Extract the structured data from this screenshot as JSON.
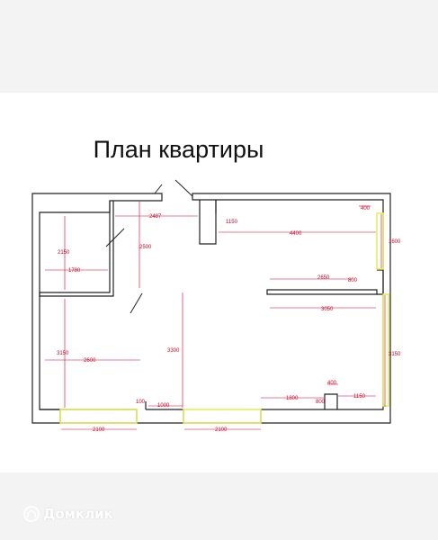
{
  "title": "План квартиры",
  "watermark": "Домклик",
  "colors": {
    "wall": "#222222",
    "dimension": "#d4002a",
    "window": "#e6ea55",
    "background": "#ffffff",
    "page": "#f3f3f3"
  },
  "dimensions": {
    "d2487": "2487",
    "d1150_top": "1150",
    "d400_top": "400",
    "d4400": "4400",
    "d1600": "1600",
    "d2150": "2150",
    "d1780": "1780",
    "d2500": "2500",
    "d2650": "2650",
    "d800": "800",
    "d3050": "3050",
    "d3150_left": "3150",
    "d2600": "2600",
    "d3300": "3300",
    "d3150_right": "3150",
    "d400_bottom": "400",
    "d1800": "1800",
    "d800_bottom": "800",
    "d1150_bottom": "1150",
    "d1000": "1000",
    "d100": "100",
    "d2100_left": "2100",
    "d2100_right": "2100"
  }
}
